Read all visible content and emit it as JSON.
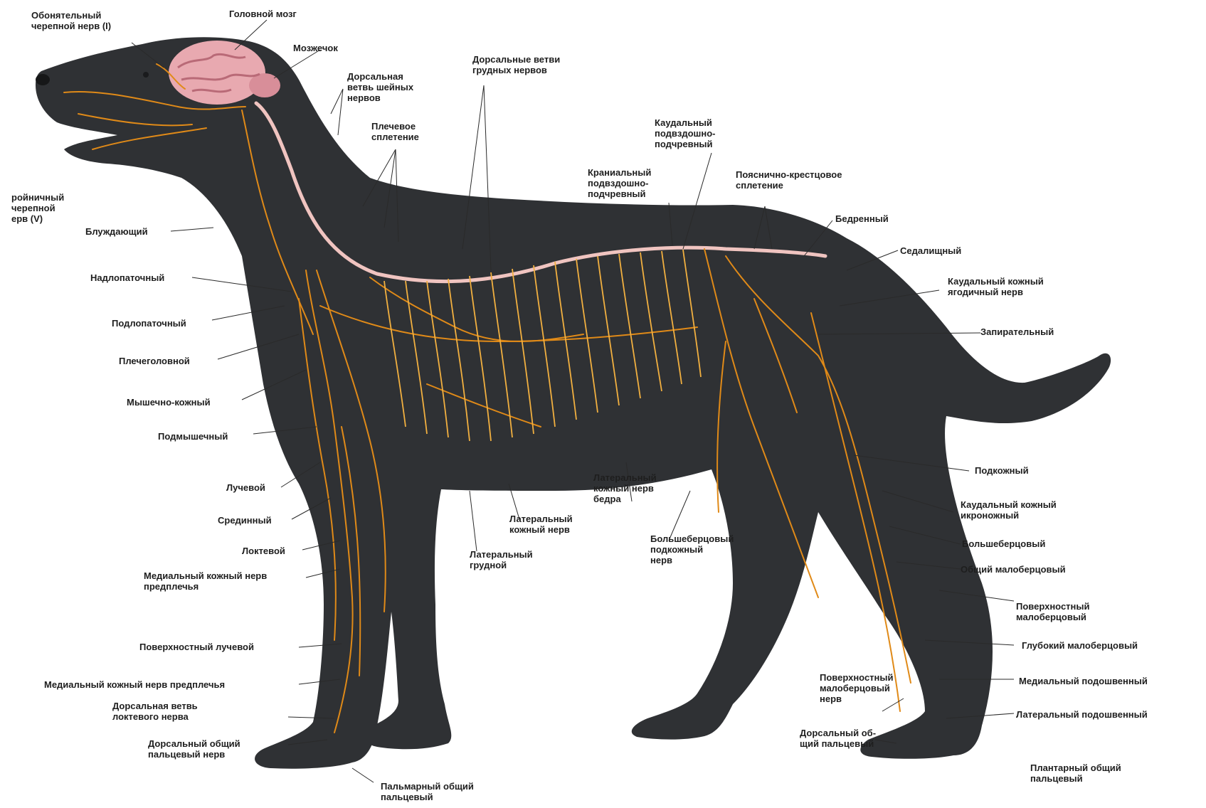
{
  "colors": {
    "body": "#2f3134",
    "nerve": "#e08a18",
    "nerve_light": "#f2b040",
    "spinal_cord": "#f0c4c0",
    "brain": "#e8a9b0",
    "brain_dark": "#b96a77",
    "leader_line": "#2a2a2a",
    "label_text": "#1e1e1e"
  },
  "labels": {
    "olfactory": "Обонятельный\nчерепной нерв (I)",
    "brain": "Головной мозг",
    "cerebellum": "Мозжечок",
    "dorsal_cervical": "Дорсальная\nветвь шейных\nнервов",
    "brachial_plexus": "Плечевое\nсплетение",
    "dorsal_thoracic": "Дорсальные ветви\nгрудных нервов",
    "caudal_iliohypogastric": "Каудальный\nподвздошно-\nподчревный",
    "cranial_iliohypogastric": "Краниальный\nподвздошно-\nподчревный",
    "lumbosacral_plexus": "Поясничнo-крестцовое\nсплетение",
    "trigeminal": "ройничный\nчерепной\nерв (V)",
    "vagus": "Блуждающий",
    "suprascapular": "Надлопаточный",
    "subscapular": "Подлопаточный",
    "brachiocephalic": "Плечеголовной",
    "musculocutaneous": "Мышечно-кожный",
    "axillary": "Подмышечный",
    "radial": "Лучевой",
    "median": "Срединный",
    "ulnar": "Локтевой",
    "medial_cutaneous_forearm_1": "Медиальный кожный нерв\nпредплечья",
    "superficial_radial": "Поверхностный лучевой",
    "medial_cutaneous_forearm_2": "Медиальный кожный нерв предплечья",
    "dorsal_ulnar_branch": "Дорсальная ветвь\nлоктевого нерва",
    "dorsal_common_digital": "Дорсальный общий\nпальцевый нерв",
    "palmar_common_digital": "Пальмарный общий\nпальцевый",
    "lateral_thoracic": "Латеральный\nгрудной",
    "lateral_cutaneous_nerve": "Латеральный\nкожный нерв",
    "lateral_cutaneous_femoral": "Латеральный\nкожный нерв\nбедра",
    "saphenous": "Большеберцовый\nподкожный\nнерв",
    "femoral": "Бедренный",
    "sciatic": "Седалищный",
    "caudal_cutaneous_gluteal": "Каудальный кожный\nягодичный нерв",
    "obturator": "Запирательный",
    "saphenous_right": "Подкожный",
    "caudal_cutaneous_sural": "Каудальный кожный\nикроножный",
    "tibial": "Большеберцовый",
    "common_peroneal": "Общий малоберцовый",
    "superficial_peroneal": "Поверхностный\nмалоберцовый",
    "deep_peroneal": "Глубокий малоберцовый",
    "medial_plantar": "Медиальный подошвенный",
    "lateral_plantar": "Латеральный подошвенный",
    "superficial_peroneal_small": "Поверхностный\nмалоберцовый\nнерв",
    "dorsal_common_digital_hind": "Дорсальный об-\nщий пальцевый",
    "plantar_common_digital": "Плантарный общий\nпальцевый"
  }
}
